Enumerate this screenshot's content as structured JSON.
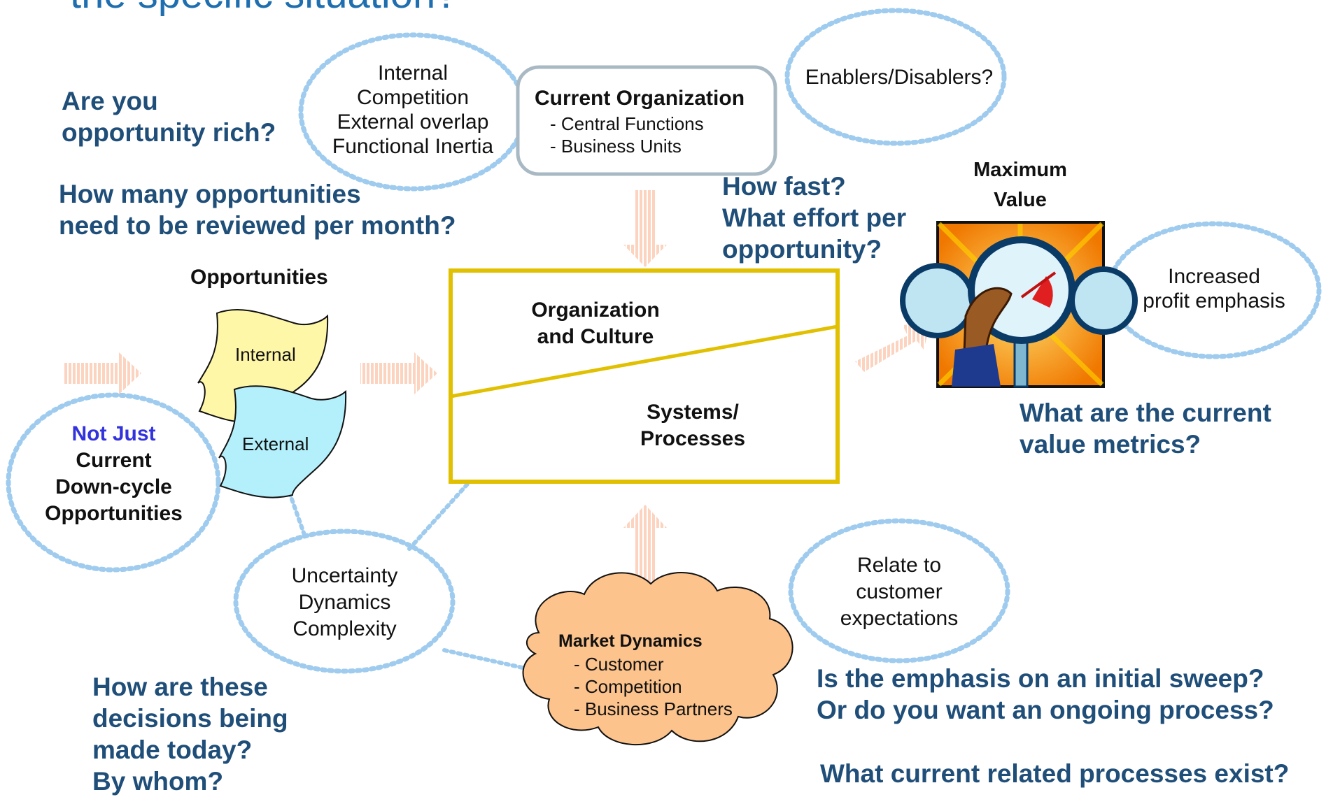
{
  "header": {
    "title_fragment": "the specific situation?"
  },
  "questions": {
    "opportunity_rich_1": "Are you",
    "opportunity_rich_2": "opportunity rich?",
    "how_many_1": "How many opportunities",
    "how_many_2": "need to be reviewed per month?",
    "how_fast_1": "How fast?",
    "how_fast_2": "What effort per",
    "how_fast_3": "opportunity?",
    "value_metrics_1": "What are the current",
    "value_metrics_2": "value metrics?",
    "decisions_1": "How are these",
    "decisions_2": "decisions being",
    "decisions_3": "made today?",
    "decisions_4": "By whom?",
    "emphasis_1": "Is the emphasis on an initial sweep?",
    "emphasis_2": "Or do you want an ongoing process?",
    "processes_exist": "What current related processes exist?"
  },
  "bubbles": {
    "competition_1": "Internal",
    "competition_2": "Competition",
    "competition_3": "External overlap",
    "competition_4": "Functional Inertia",
    "enablers": "Enablers/Disablers?",
    "profit_1": "Increased",
    "profit_2": "profit emphasis",
    "uncertainty_1": "Uncertainty",
    "uncertainty_2": "Dynamics",
    "uncertainty_3": "Complexity",
    "customer_1": "Relate to",
    "customer_2": "customer",
    "customer_3": "expectations",
    "not_just": "Not Just",
    "downcycle_1": "Current",
    "downcycle_2": "Down-cycle",
    "downcycle_3": "Opportunities"
  },
  "current_org": {
    "title": "Current Organization",
    "item1": "- Central Functions",
    "item2": "- Business Units"
  },
  "opportunities": {
    "heading": "Opportunities",
    "internal": "Internal",
    "external": "External"
  },
  "center_box": {
    "org_1": "Organization",
    "org_2": "and Culture",
    "sys_1": "Systems/",
    "sys_2": "Processes"
  },
  "market": {
    "title": "Market Dynamics",
    "item1": "- Customer",
    "item2": "- Competition",
    "item3": "- Business Partners"
  },
  "value": {
    "line1": "Maximum",
    "line2": "Value"
  },
  "colors": {
    "question_text": "#1f4e79",
    "bubble_border": "#9ecbee",
    "arrow": "#fcd3bf",
    "center_box_border": "#e0c000",
    "internal_fill": "#fff7a8",
    "external_fill": "#b3f0fb",
    "cloud_fill": "#fcc38c",
    "not_just_color": "#3333dd"
  }
}
